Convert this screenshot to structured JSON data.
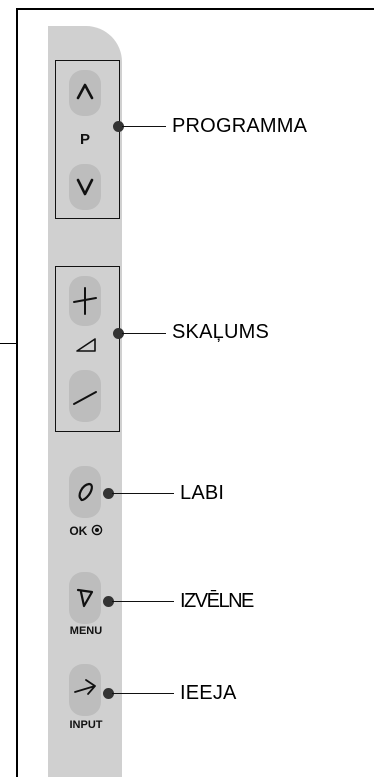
{
  "panel": {
    "programme_group": {
      "up_symbol": "∧",
      "letter": "P",
      "down_symbol": "∨",
      "callout": "PROGRAMMA"
    },
    "volume_group": {
      "plus_symbol": "+",
      "minus_symbol": "−",
      "callout": "SKAĻUMS"
    },
    "ok": {
      "label": "OK",
      "callout": "LABI"
    },
    "menu": {
      "label": "MENU",
      "callout": "IZVĒLNE"
    },
    "input": {
      "label": "INPUT",
      "callout": "IEEJA"
    }
  },
  "colors": {
    "panel": "#d0d0d0",
    "button": "#bdbdbd",
    "line": "#111111"
  },
  "icons": [
    "chevron-up-icon",
    "chevron-down-icon",
    "plus-icon",
    "volume-icon",
    "minus-icon",
    "ok-icon",
    "menu-icon",
    "input-icon"
  ]
}
